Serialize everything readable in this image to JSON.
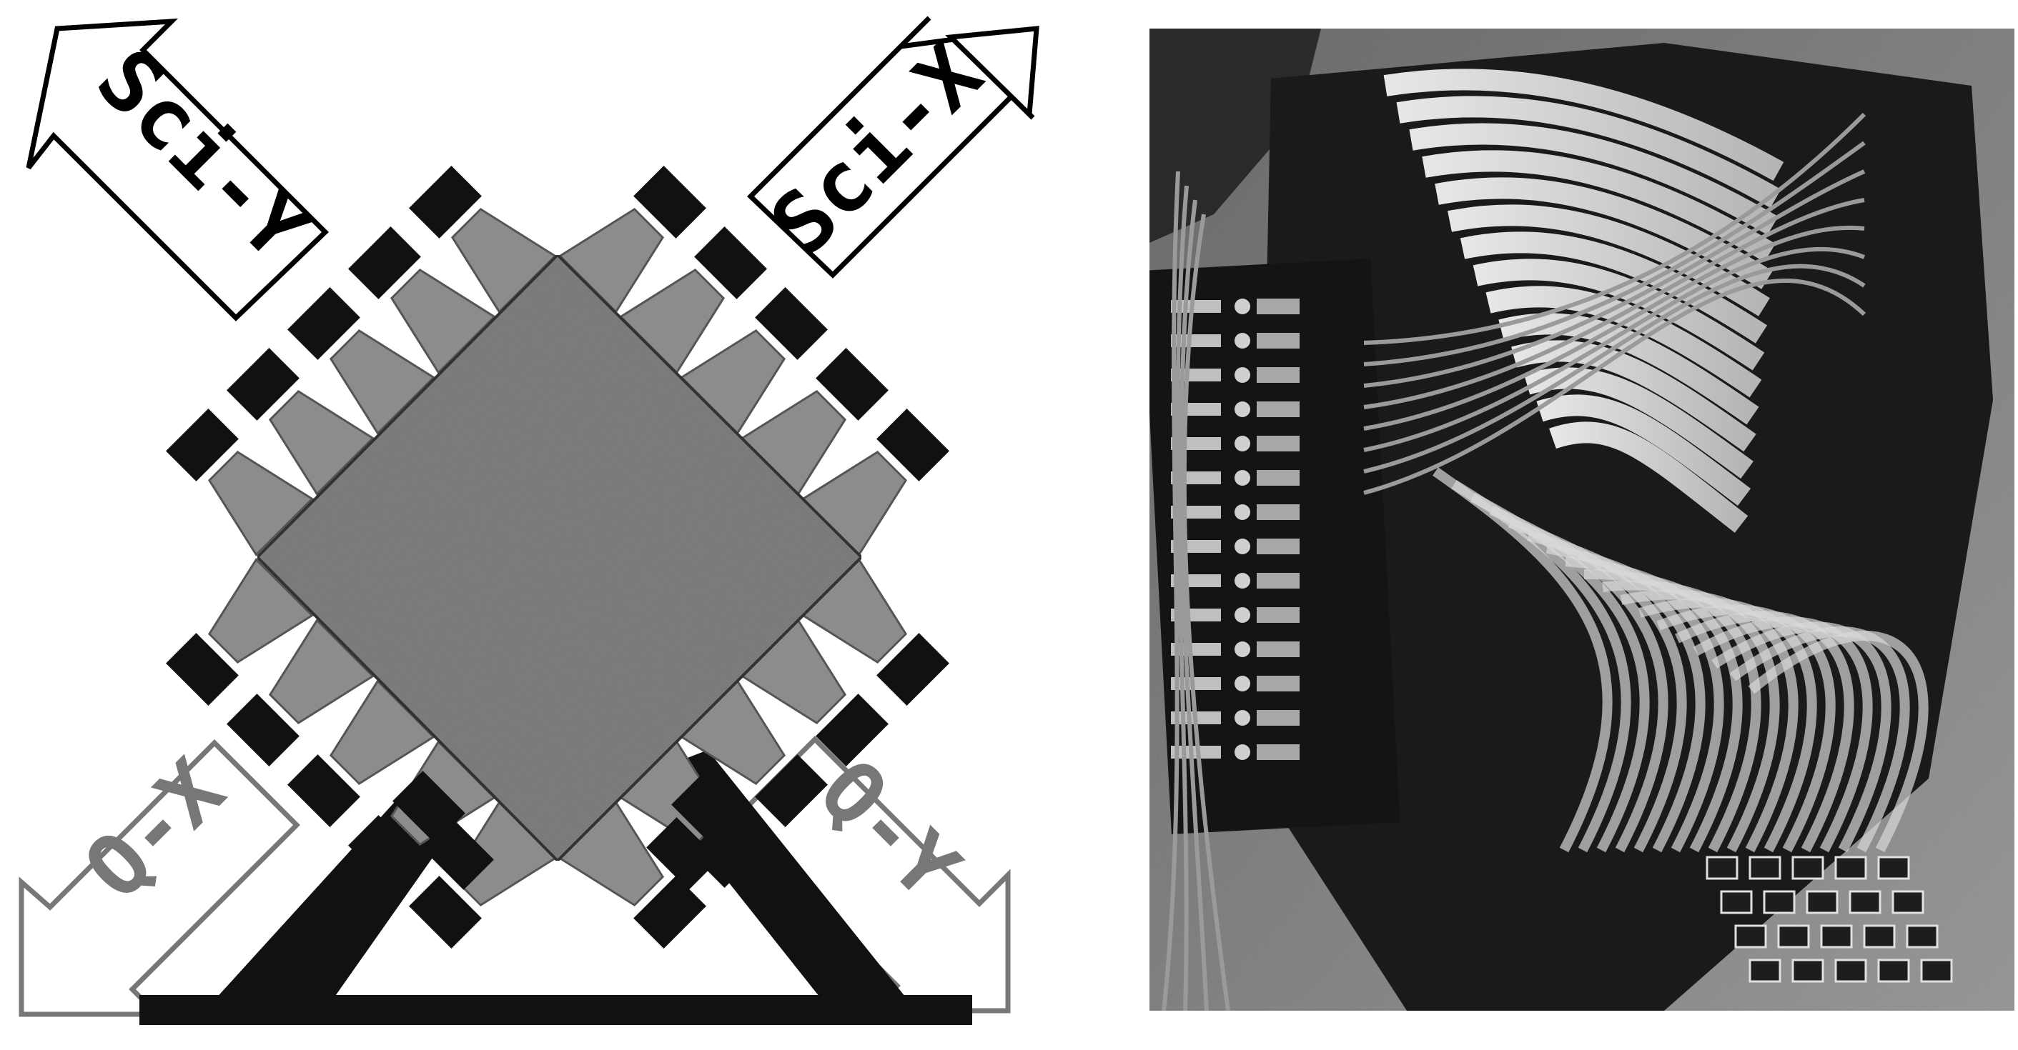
{
  "diagram": {
    "labels": {
      "sci_y": "Sci-Y",
      "sci_x": "Sci-X",
      "q_x": "Q-X",
      "q_y": "Q-Y"
    },
    "colors": {
      "background": "#ffffff",
      "outline": "#000000",
      "light_gray_arrow": "#777777",
      "crystal_gray": "#808080",
      "guide_gray": "#8c8c8c",
      "pmt_black": "#111111"
    }
  },
  "photo": {
    "colors": {
      "frame_dark": "#1a1a1a",
      "fibers_light": "#d9d9d9",
      "background_gray": "#8a8a8a"
    }
  }
}
